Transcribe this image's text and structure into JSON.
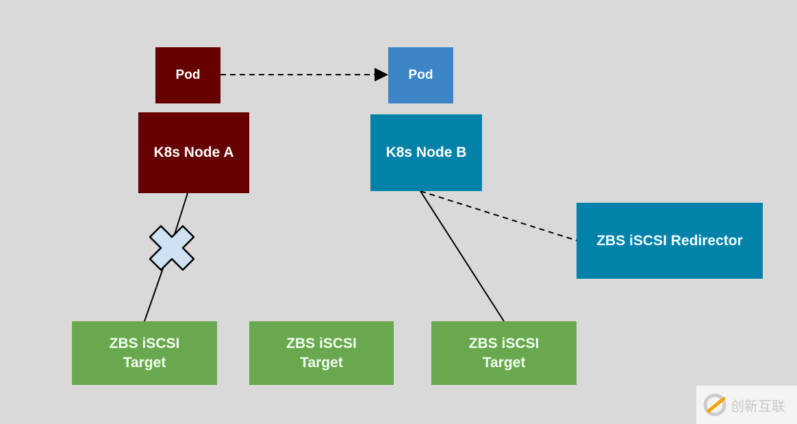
{
  "colors": {
    "background": "#d9d9d9",
    "node_a": "#660000",
    "pod_b": "#3d85c6",
    "node_b": "#0382a9",
    "redirector": "#0382a9",
    "target": "#6aa84f",
    "failure_mark": "#cfe2f3"
  },
  "nodes": {
    "pod_a": "Pod",
    "pod_b": "Pod",
    "node_a": "K8s Node A",
    "node_b": "K8s Node B",
    "redirector": "ZBS iSCSI Redirector",
    "targets": [
      {
        "line1": "ZBS iSCSI",
        "line2": "Target"
      },
      {
        "line1": "ZBS iSCSI",
        "line2": "Target"
      },
      {
        "line1": "ZBS iSCSI",
        "line2": "Target"
      }
    ]
  },
  "edges": [
    {
      "from": "pod_a",
      "to": "pod_b",
      "style": "dashed",
      "arrow": true
    },
    {
      "from": "node_a",
      "to": "target_1",
      "style": "solid",
      "broken": true
    },
    {
      "from": "node_b",
      "to": "target_3",
      "style": "solid"
    },
    {
      "from": "node_b",
      "to": "redirector",
      "style": "dashed"
    }
  ],
  "watermark": {
    "icon": "logo-icon",
    "text": "创新互联"
  }
}
